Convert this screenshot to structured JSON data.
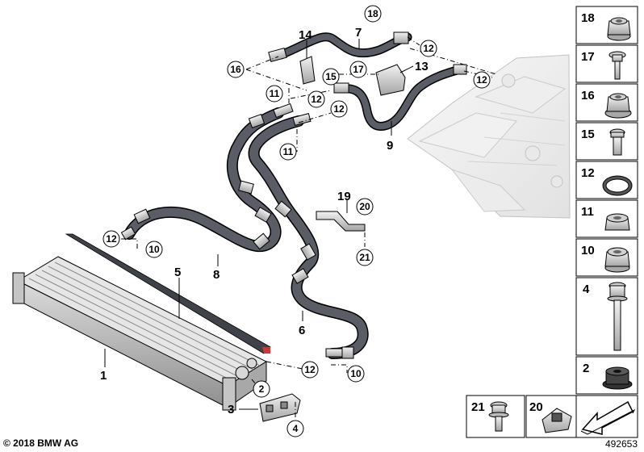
{
  "footer": {
    "copyright": "© 2018 BMW AG",
    "diagram_number": "492653"
  },
  "callouts": {
    "p1": "1",
    "p2": "2",
    "p3": "3",
    "p4": "4",
    "p5": "5",
    "p6": "6",
    "p7": "7",
    "p8": "8",
    "p9": "9",
    "p13": "13",
    "p14": "14",
    "p19": "19"
  },
  "circled": {
    "c18": "18",
    "c16": "16",
    "c17": "17",
    "c15": "15",
    "c12a": "12",
    "c12b": "12",
    "c12c": "12",
    "c12d": "12",
    "c12e": "12",
    "c12f": "12",
    "c11a": "11",
    "c11b": "11",
    "c10a": "10",
    "c10b": "10",
    "c20": "20",
    "c21": "21",
    "c2": "2",
    "c4": "4"
  },
  "legend": {
    "l18": "18",
    "l17": "17",
    "l16": "16",
    "l15": "15",
    "l12": "12",
    "l11": "11",
    "l10": "10",
    "l4": "4",
    "l2": "2",
    "l21": "21",
    "l20": "20"
  },
  "colors": {
    "hose": "#5a5d66",
    "hose_dark": "#3a3c42",
    "metal": "#c8c8c8",
    "metal_dark": "#8d8d8d",
    "line": "#000000",
    "red_band": "#c83a3a"
  }
}
